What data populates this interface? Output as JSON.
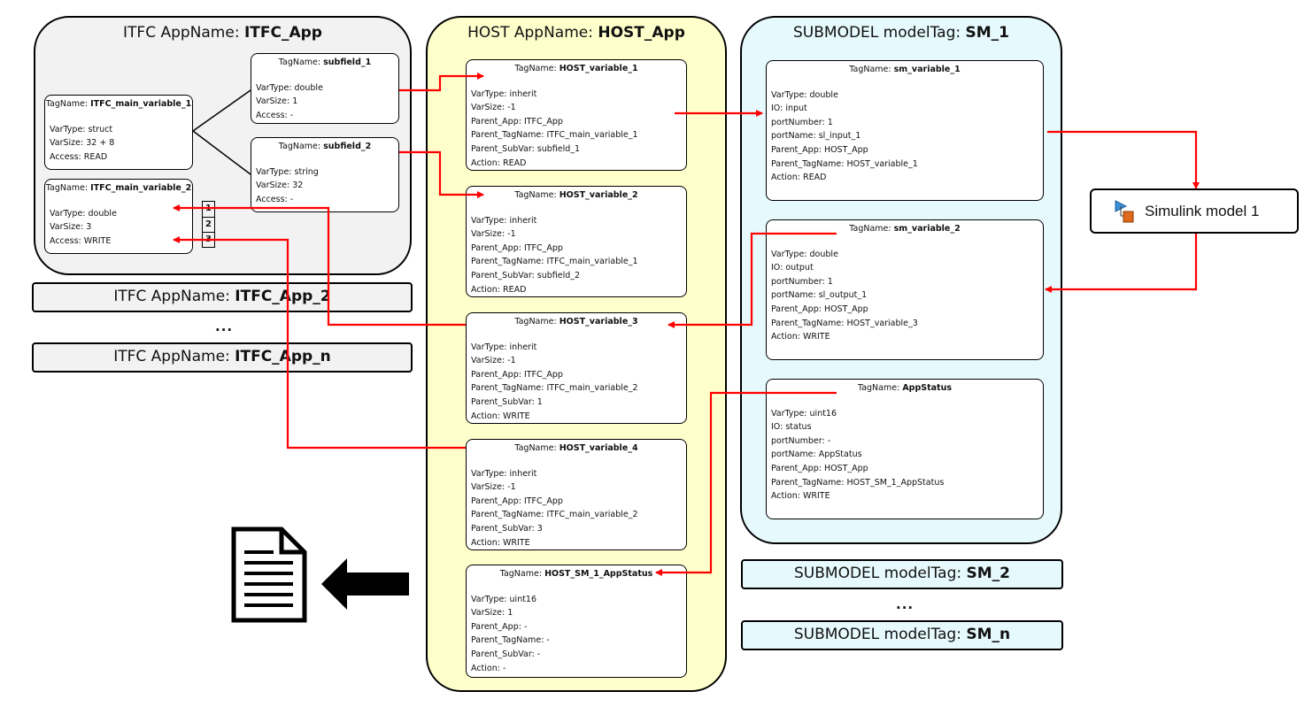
{
  "itfc": {
    "title_prefix": "ITFC AppName: ",
    "title_name": "ITFC_App",
    "boxes": [
      {
        "tag_prefix": "TagName: ",
        "tag": "ITFC_main_variable_1",
        "attrs": [
          "VarType: struct",
          "VarSize: 32 + 8",
          "Access: READ"
        ]
      },
      {
        "tag_prefix": "TagName: ",
        "tag": "ITFC_main_variable_2",
        "attrs": [
          "VarType: double",
          "VarSize: 3",
          "Access: WRITE"
        ],
        "cells": [
          "1",
          "2",
          "3"
        ]
      },
      {
        "tag_prefix": "TagName: ",
        "tag": "subfield_1",
        "attrs": [
          "VarType: double",
          "VarSize: 1",
          "Access: -"
        ]
      },
      {
        "tag_prefix": "TagName: ",
        "tag": "subfield_2",
        "attrs": [
          "VarType: string",
          "VarSize: 32",
          "Access: -"
        ]
      }
    ],
    "extra_apps": [
      {
        "prefix": "ITFC AppName: ",
        "name": "ITFC_App_2"
      },
      {
        "prefix": "ITFC AppName: ",
        "name": "ITFC_App_n"
      }
    ],
    "ellipsis": "..."
  },
  "host": {
    "title_prefix": "HOST AppName: ",
    "title_name": "HOST_App",
    "boxes": [
      {
        "tag_prefix": "TagName: ",
        "tag": "HOST_variable_1",
        "attrs": [
          "VarType: inherit",
          "VarSize: -1",
          "Parent_App: ITFC_App",
          "Parent_TagName: ITFC_main_variable_1",
          "Parent_SubVar: subfield_1",
          "Action: READ"
        ]
      },
      {
        "tag_prefix": "TagName: ",
        "tag": "HOST_variable_2",
        "attrs": [
          "VarType: inherit",
          "VarSize: -1",
          "Parent_App: ITFC_App",
          "Parent_TagName: ITFC_main_variable_1",
          "Parent_SubVar: subfield_2",
          "Action: READ"
        ]
      },
      {
        "tag_prefix": "TagName: ",
        "tag": "HOST_variable_3",
        "attrs": [
          "VarType: inherit",
          "VarSize: -1",
          "Parent_App: ITFC_App",
          "Parent_TagName: ITFC_main_variable_2",
          "Parent_SubVar: 1",
          "Action: WRITE"
        ]
      },
      {
        "tag_prefix": "TagName: ",
        "tag": "HOST_variable_4",
        "attrs": [
          "VarType: inherit",
          "VarSize: -1",
          "Parent_App: ITFC_App",
          "Parent_TagName: ITFC_main_variable_2",
          "Parent_SubVar: 3",
          "Action: WRITE"
        ]
      },
      {
        "tag_prefix": "TagName: ",
        "tag": "HOST_SM_1_AppStatus",
        "attrs": [
          "VarType: uint16",
          "VarSize: 1",
          "Parent_App: -",
          "Parent_TagName: -",
          "Parent_SubVar: -",
          "Action: -"
        ]
      }
    ]
  },
  "submodel": {
    "title_prefix": "SUBMODEL modelTag: ",
    "title_name": "SM_1",
    "boxes": [
      {
        "tag_prefix": "TagName: ",
        "tag": "sm_variable_1",
        "attrs": [
          "VarType: double",
          "IO: input",
          "portNumber: 1",
          "portName: sl_input_1",
          "Parent_App: HOST_App",
          "Parent_TagName: HOST_variable_1",
          "Action: READ"
        ]
      },
      {
        "tag_prefix": "TagName: ",
        "tag": "sm_variable_2",
        "attrs": [
          "VarType: double",
          "IO: output",
          "portNumber: 1",
          "portName: sl_output_1",
          "Parent_App: HOST_App",
          "Parent_TagName: HOST_variable_3",
          "Action: WRITE"
        ]
      },
      {
        "tag_prefix": "TagName: ",
        "tag": "AppStatus",
        "attrs": [
          "VarType: uint16",
          "IO: status",
          "portNumber: -",
          "portName: AppStatus",
          "Parent_App: HOST_App",
          "Parent_TagName: HOST_SM_1_AppStatus",
          "Action: WRITE"
        ]
      }
    ],
    "extra_models": [
      {
        "prefix": "SUBMODEL modelTag: ",
        "name": "SM_2"
      },
      {
        "prefix": "SUBMODEL modelTag: ",
        "name": "SM_n"
      }
    ],
    "ellipsis": "..."
  },
  "simulink": {
    "label": "Simulink model 1",
    "icon": "simulink-model-icon"
  },
  "output": {
    "icon": "document-icon",
    "arrow_icon": "left-arrow-icon"
  },
  "colors": {
    "itfc_bg": "#f2f2f2",
    "host_bg": "#ffffcc",
    "sm_bg": "#e6f9fd",
    "arrow": "#ff0000"
  }
}
